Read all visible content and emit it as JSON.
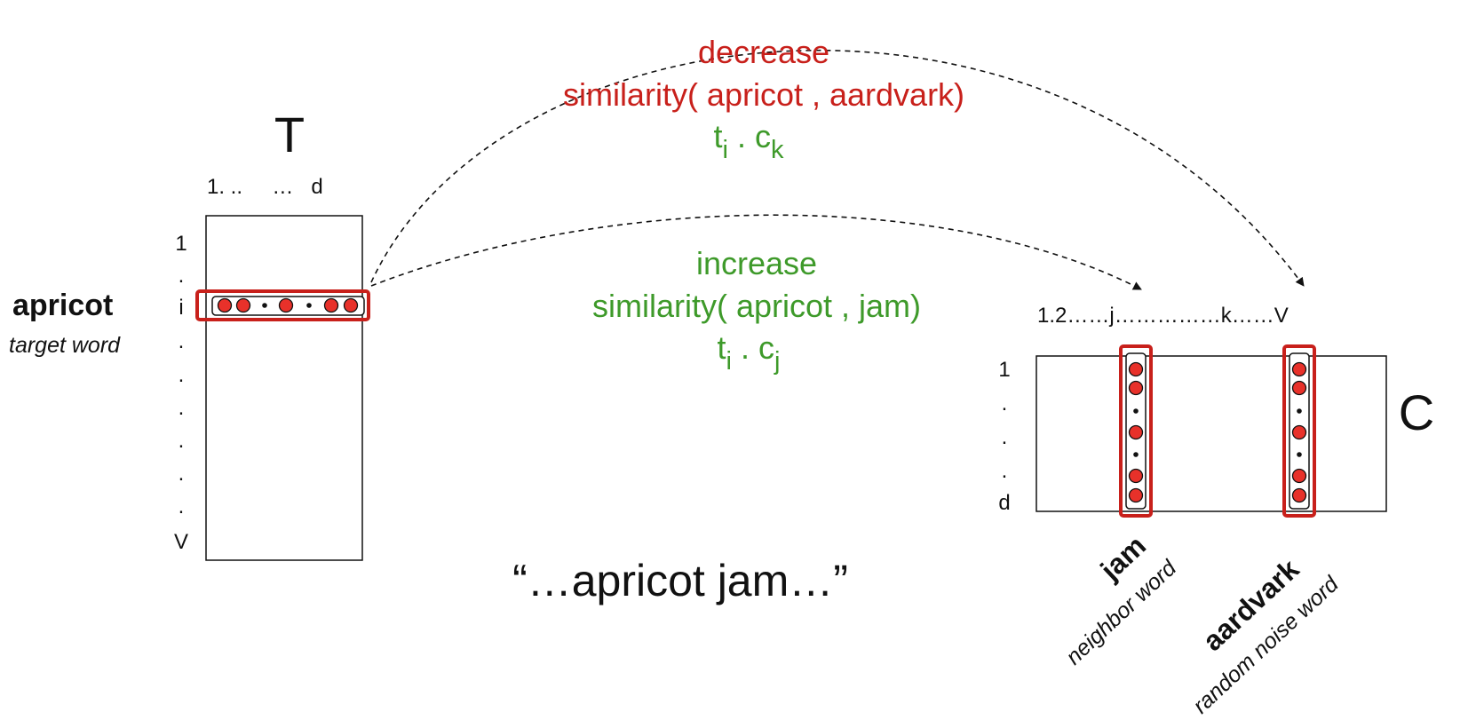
{
  "matrix_T": {
    "name": "T",
    "col_header": "1. ..     …   d",
    "row_labels": [
      "1",
      ".",
      "i",
      ".",
      ".",
      ".",
      ".",
      ".",
      ".",
      "V"
    ],
    "target": {
      "word": "apricot",
      "role": "target word"
    }
  },
  "matrix_C": {
    "name": "C",
    "col_header": "1.2……j……………k……V",
    "row_labels": [
      "1",
      ".",
      ".",
      ".",
      "d"
    ],
    "neighbor": {
      "word": "jam",
      "role": "neighbor word"
    },
    "noise": {
      "word": "aardvark",
      "role": "random noise word"
    }
  },
  "decrease": {
    "label": "decrease",
    "expr": "similarity( apricot , aardvark)",
    "dot_t": "t",
    "dot_t_sub": "i",
    "dot_sep": " . ",
    "dot_c": "c",
    "dot_c_sub": "k"
  },
  "increase": {
    "label": "increase",
    "expr": "similarity( apricot , jam)",
    "dot_t": "t",
    "dot_t_sub": "i",
    "dot_sep": " . ",
    "dot_c": "c",
    "dot_c_sub": "j"
  },
  "context_phrase": "“…apricot jam…”",
  "colors": {
    "highlight": "#c8201b",
    "dot": "#e8312a",
    "decrease": "#c8201b",
    "increase": "#3e9a2a"
  }
}
